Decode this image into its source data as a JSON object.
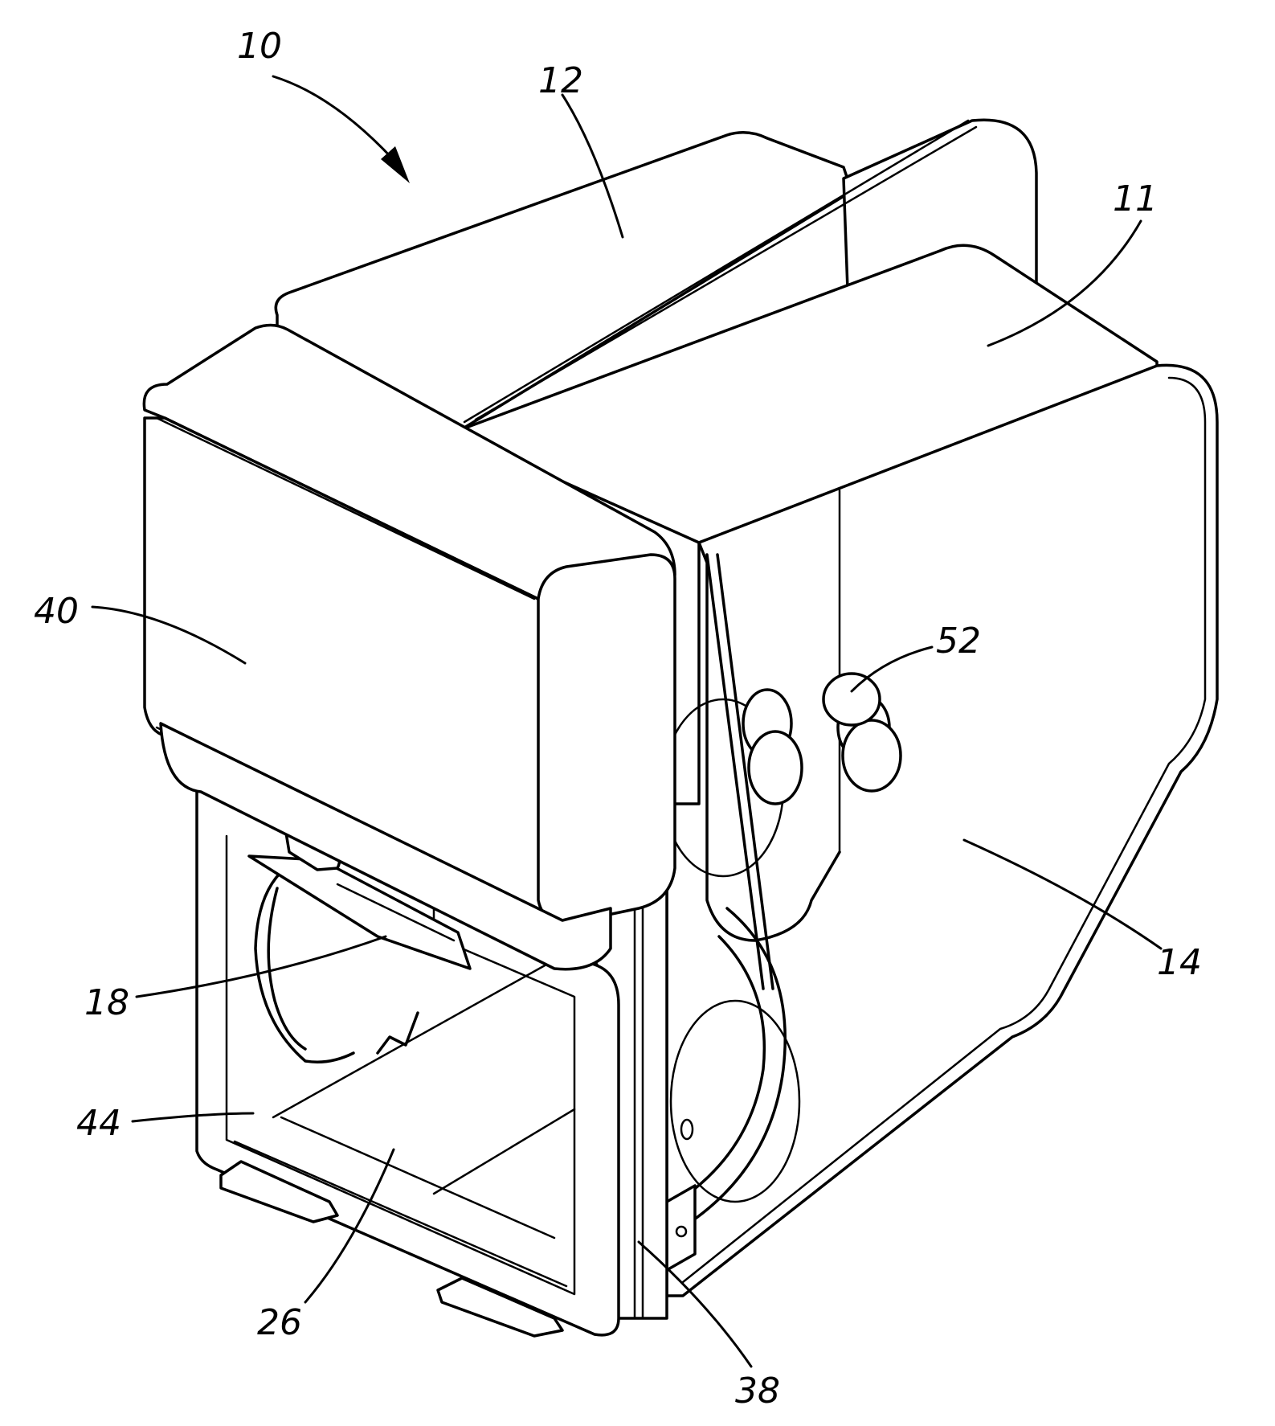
{
  "figure": {
    "reference_numerals": [
      "10",
      "12",
      "11",
      "40",
      "52",
      "18",
      "14",
      "44",
      "26",
      "38"
    ]
  }
}
